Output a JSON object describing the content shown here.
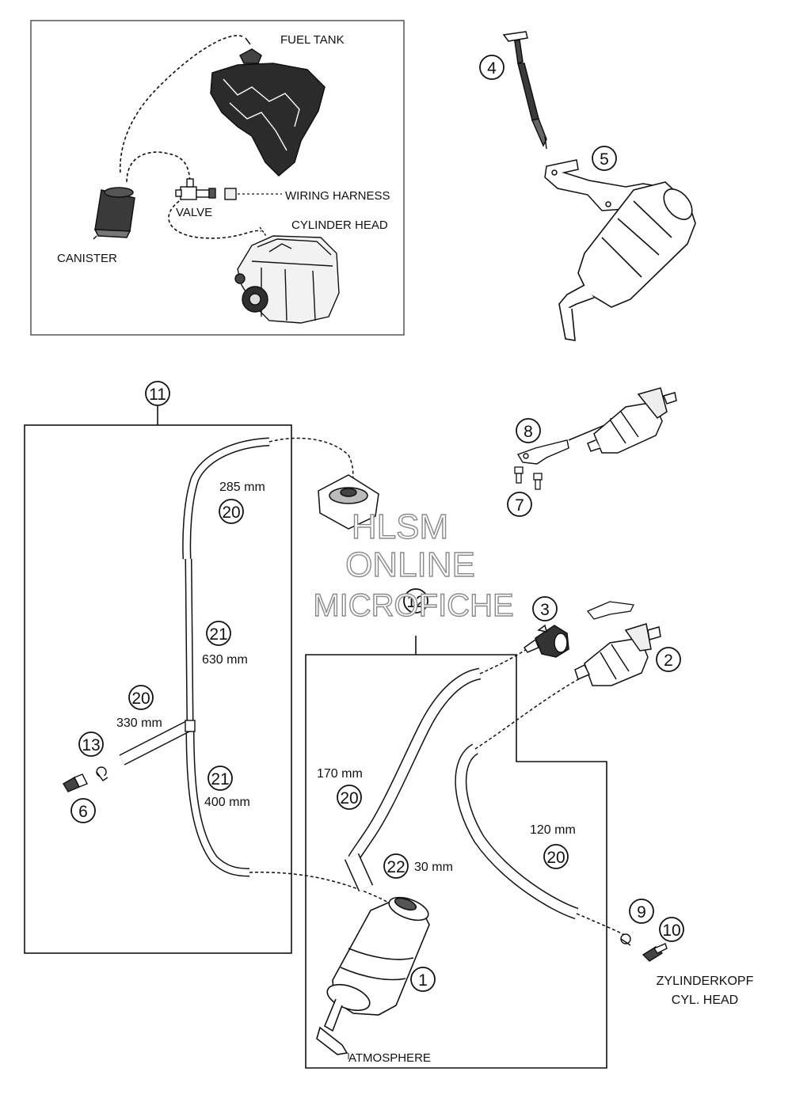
{
  "overview": {
    "fuel_tank": "FUEL TANK",
    "wiring_harness": "WIRING HARNESS",
    "valve": "VALVE",
    "cylinder_head": "CYLINDER HEAD",
    "canister": "CANISTER"
  },
  "callouts": {
    "c1": "1",
    "c2": "2",
    "c3": "3",
    "c4": "4",
    "c5": "5",
    "c6": "6",
    "c7": "7",
    "c8": "8",
    "c9": "9",
    "c10": "10",
    "c11": "11",
    "c12": "12",
    "c13": "13",
    "c20": "20",
    "c21": "21",
    "c22": "22"
  },
  "hose_lengths": {
    "h285": "285 mm",
    "h630": "630 mm",
    "h330": "330 mm",
    "h400": "400 mm",
    "h170": "170 mm",
    "h30": "30 mm",
    "h120": "120 mm"
  },
  "labels": {
    "atmosphere": "ATMOSPHERE",
    "zylinderkopf": "ZYLINDERKOPF",
    "cyl_head": "CYL. HEAD"
  },
  "watermark": {
    "line1": "HLSM",
    "line2": "ONLINE",
    "line3": "MICROFICHE"
  }
}
